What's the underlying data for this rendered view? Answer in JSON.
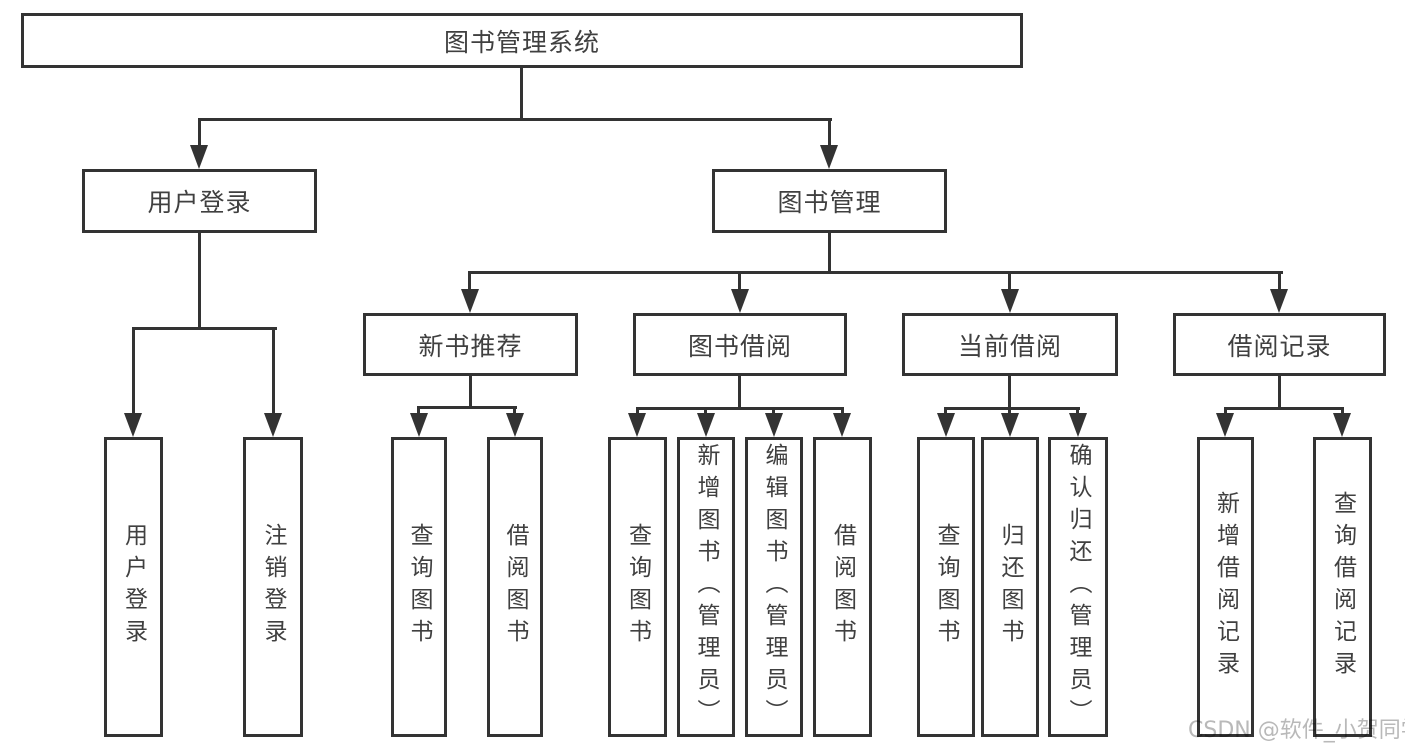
{
  "meta": {
    "diagram_type": "functional-structure-tree",
    "line_color": "#333333",
    "text_color": "#404040",
    "box_background": "#ffffff",
    "watermark_color": "#b9b9b9"
  },
  "tree": {
    "label": "图书管理系统",
    "children": [
      {
        "label": "用户登录",
        "children": [
          {
            "label": "用户登录"
          },
          {
            "label": "注销登录"
          }
        ]
      },
      {
        "label": "图书管理",
        "children": [
          {
            "label": "新书推荐",
            "children": [
              {
                "label": "查询图书"
              },
              {
                "label": "借阅图书"
              }
            ]
          },
          {
            "label": "图书借阅",
            "children": [
              {
                "label": "查询图书"
              },
              {
                "label": "新增图书（管理员）"
              },
              {
                "label": "编辑图书（管理员）"
              },
              {
                "label": "借阅图书"
              }
            ]
          },
          {
            "label": "当前借阅",
            "children": [
              {
                "label": "查询图书"
              },
              {
                "label": "归还图书"
              },
              {
                "label": "确认归还（管理员）"
              }
            ]
          },
          {
            "label": "借阅记录",
            "children": [
              {
                "label": "新增借阅记录"
              },
              {
                "label": "查询借阅记录"
              }
            ]
          }
        ]
      }
    ]
  },
  "watermark": "CSDN @软件_小贺同学"
}
